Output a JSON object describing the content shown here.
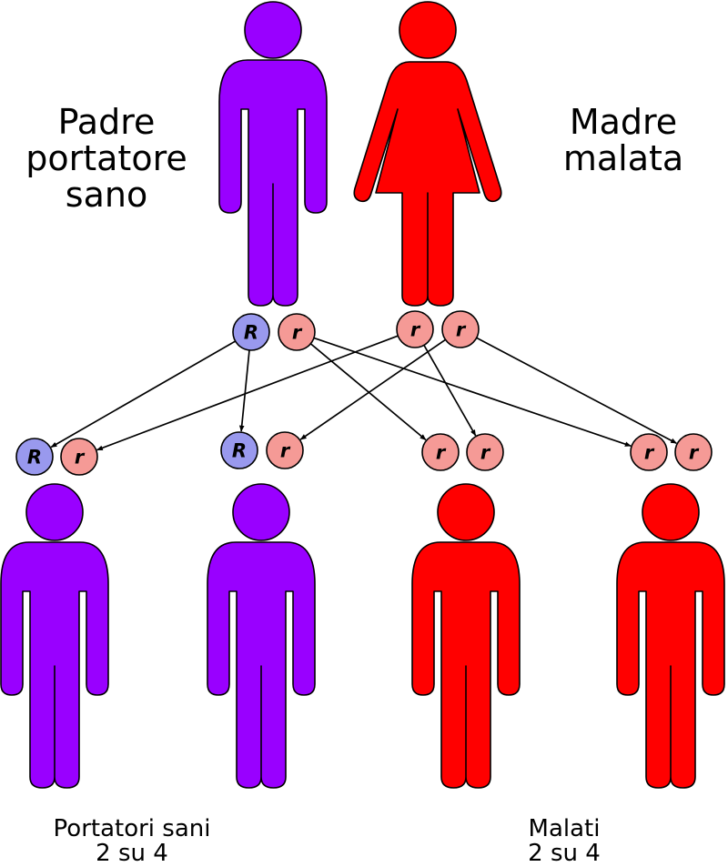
{
  "father": {
    "label_lines": [
      "Padre",
      "portatore",
      "sano"
    ],
    "color": "#9900ff",
    "alleles": [
      "R",
      "r"
    ]
  },
  "mother": {
    "label_lines": [
      "Madre",
      "malata"
    ],
    "color": "#ff0000",
    "alleles": [
      "r",
      "r"
    ]
  },
  "allele_colors": {
    "dominant_fill": "#9999ee",
    "recessive_fill": "#f59a96",
    "stroke": "#000000"
  },
  "children": [
    {
      "alleles": [
        "R",
        "r"
      ],
      "color": "#9900ff",
      "status": "carrier"
    },
    {
      "alleles": [
        "R",
        "r"
      ],
      "color": "#9900ff",
      "status": "carrier"
    },
    {
      "alleles": [
        "r",
        "r"
      ],
      "color": "#ff0000",
      "status": "affected"
    },
    {
      "alleles": [
        "r",
        "r"
      ],
      "color": "#ff0000",
      "status": "affected"
    }
  ],
  "groups": {
    "carriers": {
      "line1": "Portatori sani",
      "line2": "2 su 4"
    },
    "affected": {
      "line1": "Malati",
      "line2": "2 su 4"
    }
  }
}
